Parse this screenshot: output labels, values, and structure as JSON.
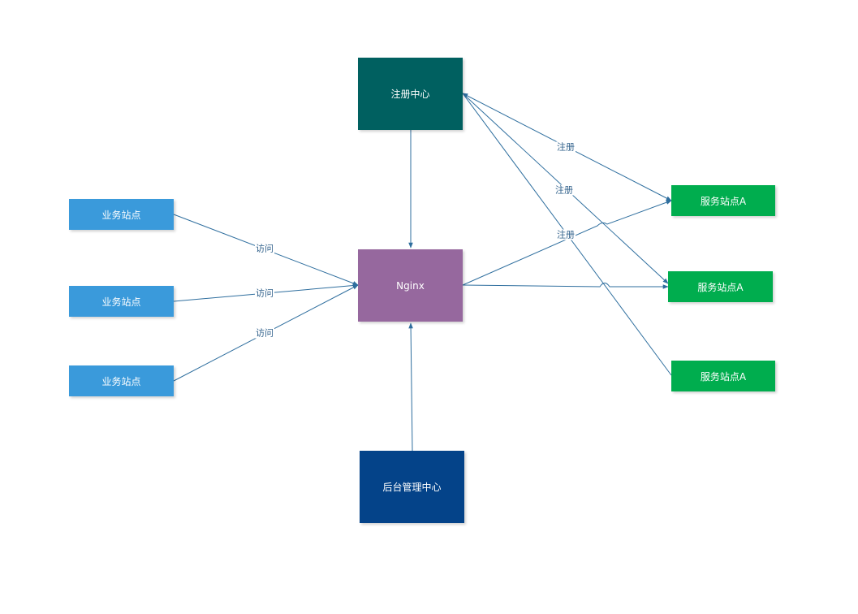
{
  "colors": {
    "registry": "#006060",
    "nginx": "#96689E",
    "admin": "#044389",
    "business": "#3A9ADB",
    "service": "#00AD4E",
    "edge": "#2E6E9E"
  },
  "nodes": {
    "registry": "注册中心",
    "nginx": "Nginx",
    "admin": "后台管理中心",
    "business": [
      "业务站点",
      "业务站点",
      "业务站点"
    ],
    "services": [
      "服务站点A",
      "服务站点A",
      "服务站点A"
    ]
  },
  "edge_labels": {
    "visit": [
      "访问",
      "访问",
      "访问"
    ],
    "register": [
      "注册",
      "注册",
      "注册"
    ]
  }
}
